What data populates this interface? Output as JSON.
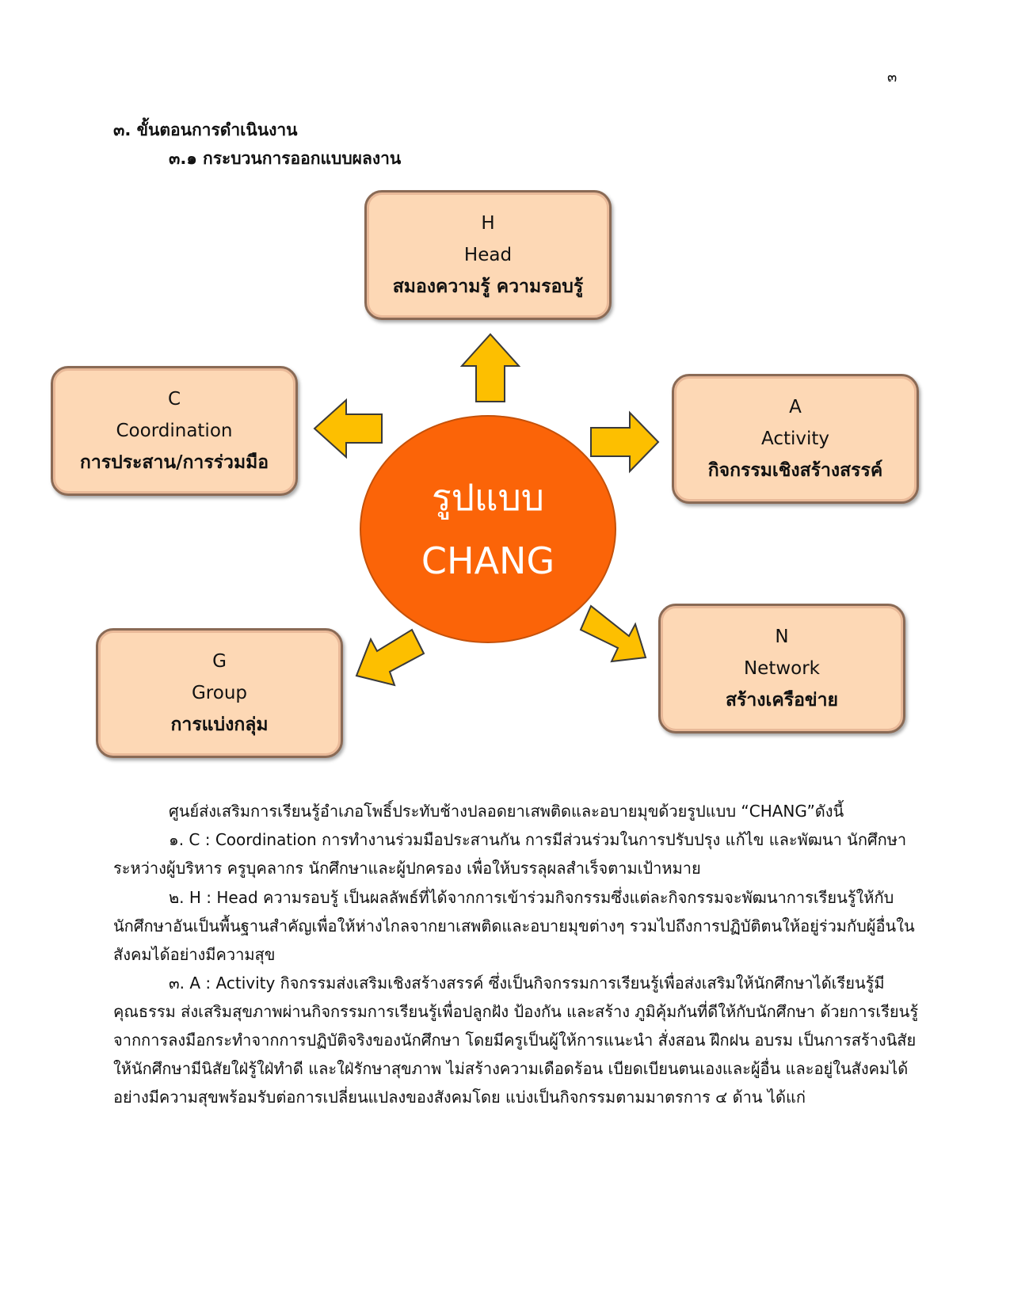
{
  "page_number": "๓",
  "heading": "๓. ขั้นตอนการดำเนินงาน",
  "subheading": "๓.๑ กระบวนการออกแบบผลงาน",
  "diagram": {
    "center": {
      "line1": "รูปแบบ",
      "line2": "CHANG"
    },
    "boxes": {
      "h": {
        "letter": "H",
        "english": "Head",
        "thai": "สมองความรู้ ความรอบรู้"
      },
      "c": {
        "letter": "C",
        "english": "Coordination",
        "thai": "การประสาน/การร่วมมือ"
      },
      "a": {
        "letter": "A",
        "english": "Activity",
        "thai": "กิจกรรมเชิงสร้างสรรค์"
      },
      "n": {
        "letter": "N",
        "english": "Network",
        "thai": "สร้างเครือข่าย"
      },
      "g": {
        "letter": "G",
        "english": "Group",
        "thai": "การแบ่งกลุ่ม"
      }
    },
    "colors": {
      "box": "#fdd8b5",
      "center": "#fb6408",
      "arrow": "#fdbf00"
    }
  },
  "body_lines": [
    "ศูนย์ส่งเสริมการเรียนรู้อำเภอโพธิ์ประทับช้างปลอดยาเสพติดและอบายมุขด้วยรูปแบบ “CHANG”ดังนี้",
    "๑. C : Coordination การทำงานร่วมมือประสานกัน การมีส่วนร่วมในการปรับปรุง แก้ไข และพัฒนา นักศึกษา",
    "ระหว่างผู้บริหาร ครูบุคลากร นักศึกษาและผู้ปกครอง เพื่อให้บรรลุผลสำเร็จตามเป้าหมาย",
    "๒. H : Head ความรอบรู้ เป็นผลลัพธ์ที่ได้จากการเข้าร่วมกิจกรรมซึ่งแต่ละกิจกรรมจะพัฒนาการเรียนรู้ให้กับ",
    "นักศึกษาอันเป็นพื้นฐานสำคัญเพื่อให้ห่างไกลจากยาเสพติดและอบายมุขต่างๆ รวมไปถึงการปฏิบัติตนให้อยู่ร่วมกับผู้อื่นใน",
    "สังคมได้อย่างมีความสุข",
    "๓. A : Activity  กิจกรรมส่งเสริมเชิงสร้างสรรค์  ซึ่งเป็นกิจกรรมการเรียนรู้เพื่อส่งเสริมให้นักศึกษาได้เรียนรู้มี",
    "คุณธรรม ส่งเสริมสุขภาพผ่านกิจกรรมการเรียนรู้เพื่อปลูกฝัง ป้องกัน และสร้าง ภูมิคุ้มกันที่ดีให้กับนักศึกษา ด้วยการเรียนรู้",
    "จากการลงมือกระทำจากการปฏิบัติจริงของนักศึกษา โดยมีครูเป็นผู้ให้การแนะนำ สั่งสอน ฝึกฝน อบรม เป็นการสร้างนิสัย",
    "ให้นักศึกษามีนิสัยใฝ่รู้ใฝ่ทำดี และใฝ่รักษาสุขภาพ ไม่สร้างความเดือดร้อน เบียดเบียนตนเองและผู้อื่น  และอยู่ในสังคมได้",
    "อย่างมีความสุขพร้อมรับต่อการเปลี่ยนแปลงของสังคมโดย แบ่งเป็นกิจกรรมตามมาตรการ ๔ ด้าน ได้แก่"
  ]
}
